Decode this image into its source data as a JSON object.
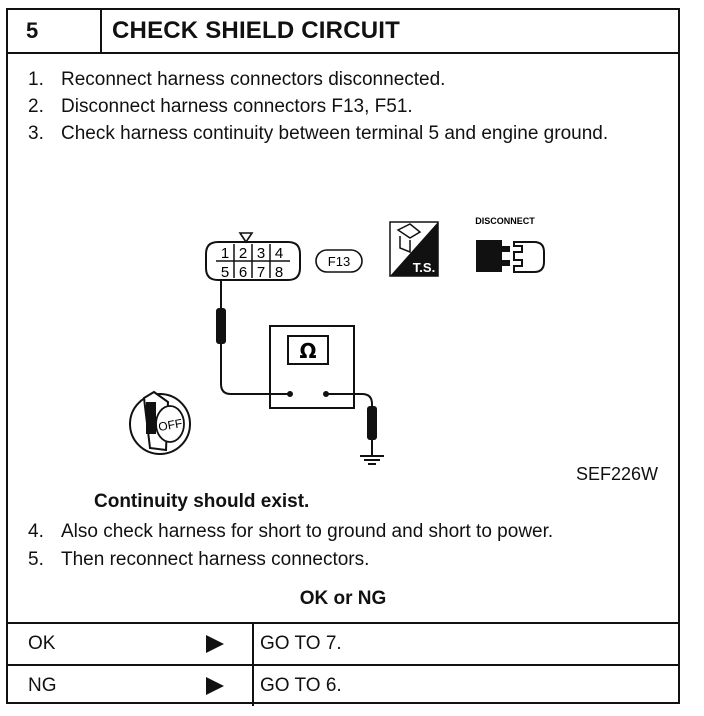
{
  "header": {
    "step_number": "5",
    "title": "CHECK SHIELD CIRCUIT"
  },
  "steps": [
    {
      "num": "1.",
      "text": "Reconnect harness connectors disconnected."
    },
    {
      "num": "2.",
      "text": "Disconnect harness connectors F13, F51."
    },
    {
      "num": "3.",
      "text": "Check harness continuity between terminal 5 and engine ground."
    }
  ],
  "diagram": {
    "connector_terminals_top": [
      "1",
      "2",
      "3",
      "4"
    ],
    "connector_terminals_bottom": [
      "5",
      "6",
      "7",
      "8"
    ],
    "connector_id": "F13",
    "meter_symbol": "Ω",
    "ts_label": "T.S.",
    "disconnect_label": "DISCONNECT",
    "key_label": "OFF",
    "figure_code": "SEF226W"
  },
  "note": "Continuity should exist.",
  "steps_after": [
    {
      "num": "4.",
      "text": "Also check harness for short to ground and short to power."
    },
    {
      "num": "5.",
      "text": "Then reconnect harness connectors."
    }
  ],
  "result_heading": "OK or NG",
  "results": [
    {
      "status": "OK",
      "action": "GO TO 7."
    },
    {
      "status": "NG",
      "action": "GO TO 6."
    }
  ]
}
